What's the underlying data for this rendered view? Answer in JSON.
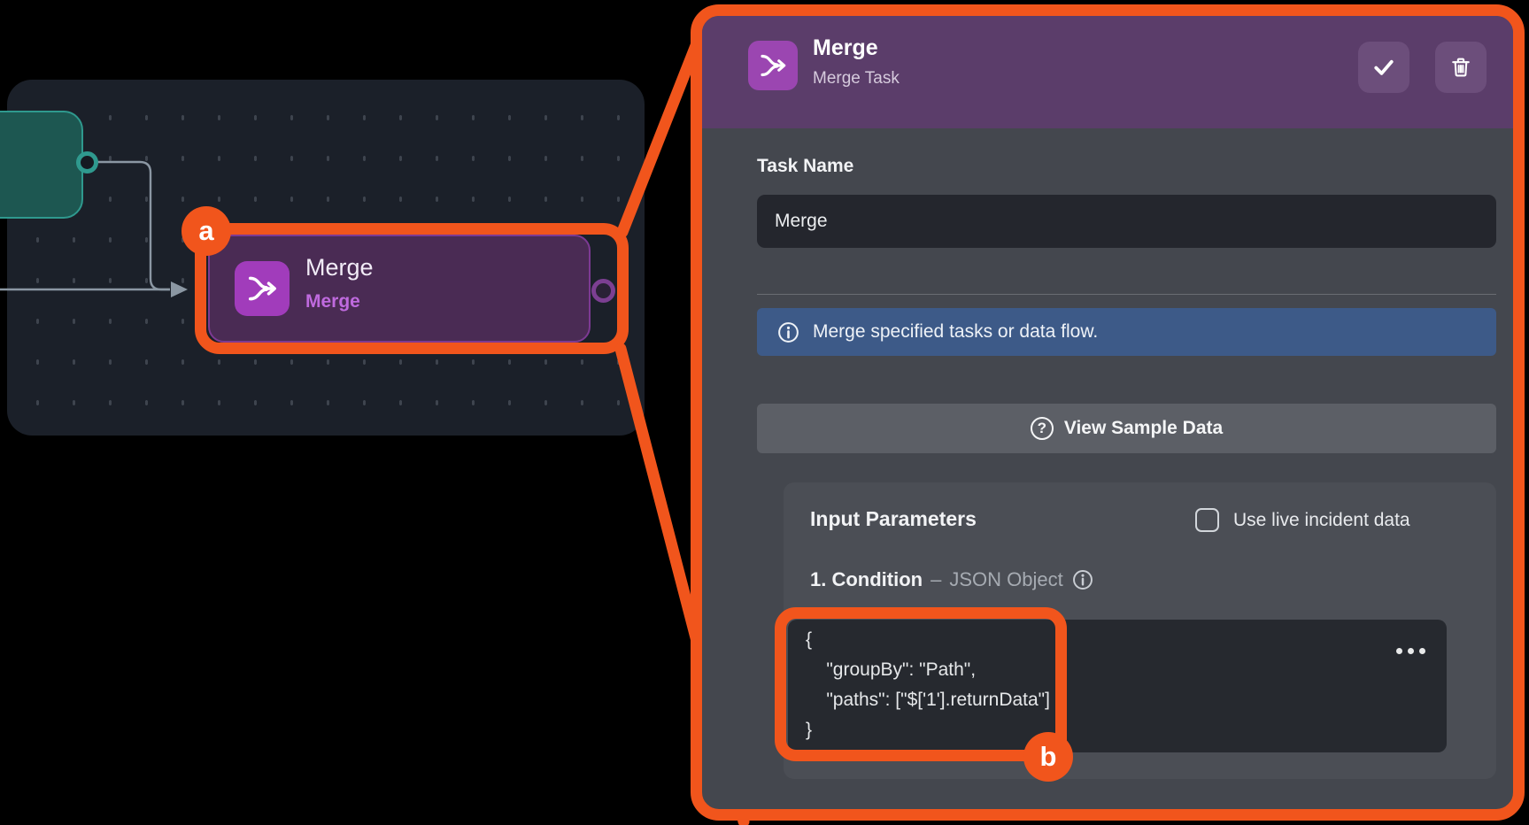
{
  "colors": {
    "accent_orange": "#F1551C",
    "node_purple": "#4A2B54",
    "icon_purple": "#A13CBB",
    "header_purple": "#5B3D6A",
    "banner_blue": "#3D5A88",
    "teal_node": "#1D5751",
    "panel_bg": "#44474E",
    "code_bg": "#26292F"
  },
  "callouts": {
    "a": "a",
    "b": "b"
  },
  "canvas": {
    "node": {
      "title": "Merge",
      "subtitle": "Merge"
    }
  },
  "panel": {
    "header": {
      "title": "Merge",
      "subtitle": "Merge Task"
    },
    "task_name": {
      "label": "Task Name",
      "value": "Merge"
    },
    "banner": {
      "text": "Merge specified tasks or data flow."
    },
    "sample_button": {
      "label": "View Sample Data",
      "icon": "?"
    },
    "params": {
      "heading": "Input Parameters",
      "live_data_label": "Use live incident data",
      "param_label": "1. Condition",
      "param_sep": "–",
      "param_type": "JSON Object",
      "code": "{\n    \"groupBy\": \"Path\",\n    \"paths\": [\"$['1'].returnData\"]\n}"
    }
  }
}
